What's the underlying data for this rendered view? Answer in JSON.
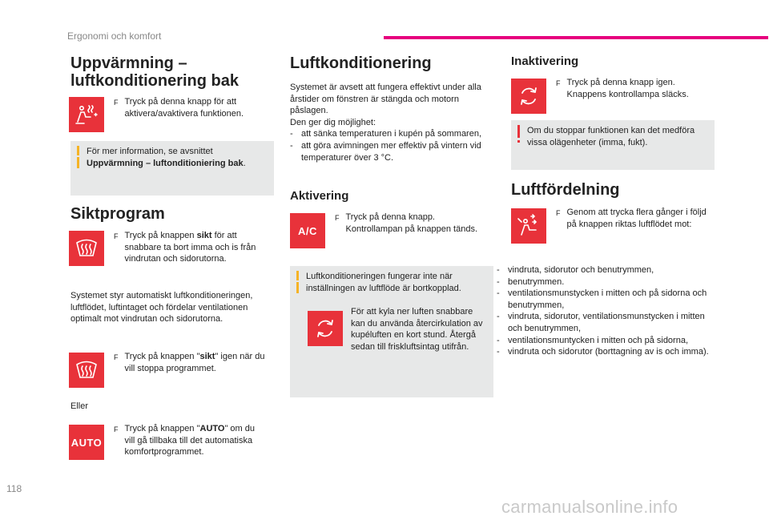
{
  "header": {
    "section_label": "Ergonomi och komfort",
    "page_number": "118",
    "watermark": "carmanualsonline.info"
  },
  "col1": {
    "rear_title": "Uppvärmning – luftkonditionering bak",
    "rear_bullet": "Tryck på denna knapp för att aktivera/avaktivera funktionen.",
    "rear_info_prefix": "För mer information, se avsnittet ",
    "rear_info_bold": "Uppvärmning – luftonditioniering bak",
    "rear_info_suffix": ".",
    "sikt_title": "Siktprogram",
    "sikt_bullet_prefix": "Tryck på knappen ",
    "sikt_bullet_bold": "sikt",
    "sikt_bullet_suffix": " för att snabbare ta bort imma och is från vindrutan och sidorutorna.",
    "sikt_para": "Systemet styr automatiskt luftkonditioneringen, luftflödet, luftintaget och fördelar ventilationen optimalt mot vindrutan och sidorutorna.",
    "sikt_stop_prefix": "Tryck på knappen \"",
    "sikt_stop_bold": "sikt",
    "sikt_stop_suffix": "\" igen när du vill stoppa programmet.",
    "eller": "Eller",
    "auto_prefix": "Tryck på knappen \"",
    "auto_bold": "AUTO",
    "auto_suffix": "\" om du vill gå tillbaka till det automatiska komfortprogrammet.",
    "auto_icon_text": "AUTO"
  },
  "col2": {
    "ac_title": "Luftkonditionering",
    "ac_para": "Systemet är avsett att fungera effektivt under alla årstider om fönstren är stängda och motorn påslagen.",
    "ac_para2": "Den ger dig möjlighet:",
    "ac_items": [
      "att sänka temperaturen i kupén på sommaren,",
      "att göra avimningen mer effektiv på vintern vid temperaturer över 3 °C."
    ],
    "aktivering_title": "Aktivering",
    "aktivering_bullet": "Tryck på denna knapp. Kontrollampan på knappen tänds.",
    "ac_icon_text": "A/C",
    "info_text": "Luftkonditioneringen fungerar inte när inställningen av luftflöde är bortkopplad.",
    "recirc_text": "För att kyla ner luften snabbare kan du använda återcirkulation av kupéluften en kort stund. Återgå sedan till friskluftsintag utifrån."
  },
  "col3": {
    "inakt_title": "Inaktivering",
    "inakt_bullet": "Tryck på denna knapp igen. Knappens kontrollampa släcks.",
    "warn_text": "Om du stoppar funktionen kan det medföra vissa olägenheter (imma, fukt).",
    "fordel_title": "Luftfördelning",
    "fordel_bullet": "Genom att trycka flera gånger i följd på knappen riktas luftflödet mot:",
    "fordel_items": [
      "vindruta, sidorutor och benutrymmen,",
      "benutrymmen.",
      "ventilationsmunstycken i mitten och på sidorna och benutrymmen,",
      "vindruta, sidorutor, ventilationsmunstycken i mitten och benutrymmen,",
      "ventilationsmuntycken i mitten och på sidorna,",
      "vindruta och sidorutor (borttagning av is och imma)."
    ]
  },
  "colors": {
    "accent_pink": "#e6007e",
    "icon_red": "#e8323a",
    "info_bar": "#f5b325",
    "box_grey": "#e7e8e8"
  },
  "icons": [
    "rear-climate-icon",
    "defrost-icon",
    "ac-icon",
    "recirculation-icon",
    "air-distribution-icon",
    "auto-icon",
    "info-icon",
    "warning-icon"
  ]
}
